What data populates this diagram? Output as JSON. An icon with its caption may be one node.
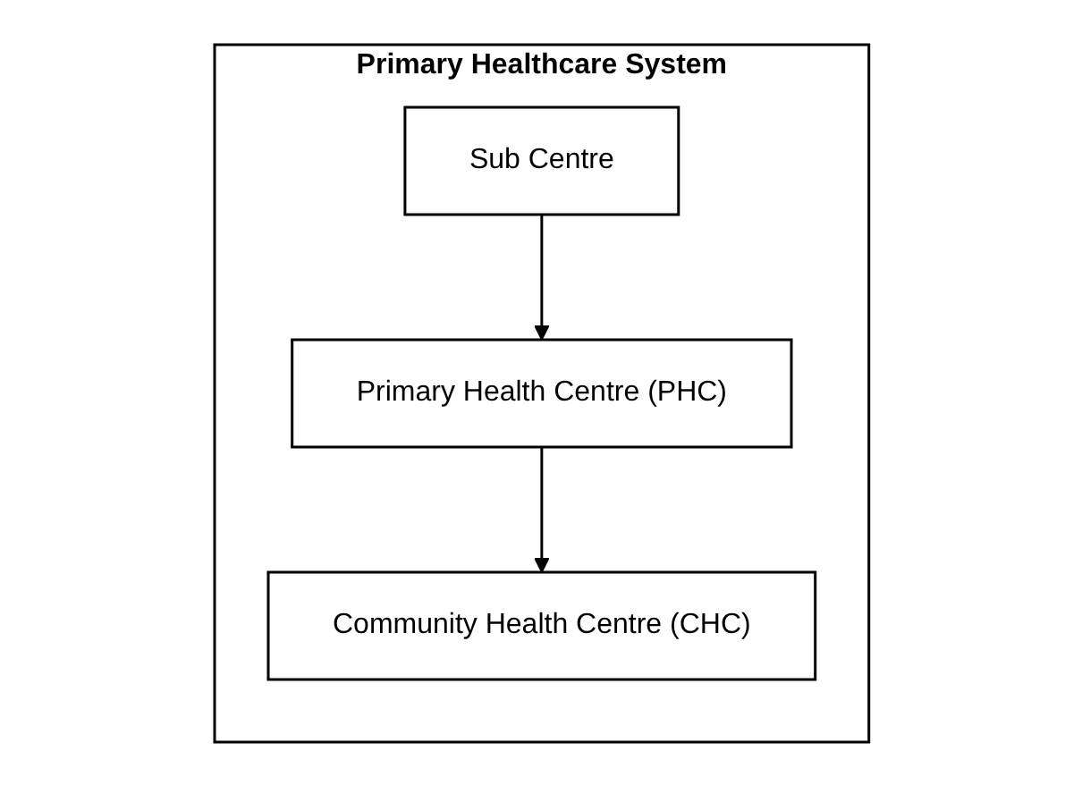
{
  "diagram": {
    "nodes": [
      {
        "text": [
          "Primary Healthcare System"
        ]
      },
      {
        "text": [
          "Sub Centre"
        ],
        "in": 0
      },
      {
        "text": [
          "Primary Health Centre (PHC)"
        ],
        "in": 0
      },
      {
        "text": [
          "Community Health Centre (CHC)"
        ],
        "in": 0
      }
    ],
    "edges": [
      {
        "from": 1,
        "to": 2,
        "arrow": "to"
      },
      {
        "from": 2,
        "to": 3,
        "arrow": "to"
      }
    ]
  }
}
